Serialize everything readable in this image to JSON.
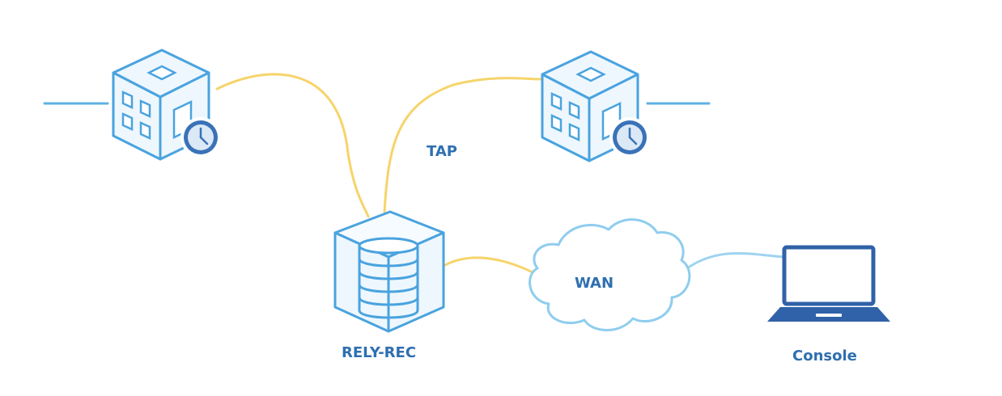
{
  "diagram": {
    "nodes": {
      "left_device": {
        "type": "cube-building-with-clock"
      },
      "right_device": {
        "type": "cube-building-with-clock"
      },
      "recorder": {
        "type": "cube-with-database",
        "label": "RELY-REC"
      },
      "wan": {
        "type": "cloud",
        "label": "WAN"
      },
      "console": {
        "type": "laptop",
        "label": "Console"
      }
    },
    "labels": {
      "tap": "TAP"
    },
    "colors": {
      "outline": "#4aa3df",
      "fill": "#eef7fd",
      "clock": "#3a72b8",
      "tap_link": "#f6d46b",
      "console_link": "#9fd3f0",
      "label": "#2f6fb0",
      "laptop": "#2f62a8"
    }
  }
}
